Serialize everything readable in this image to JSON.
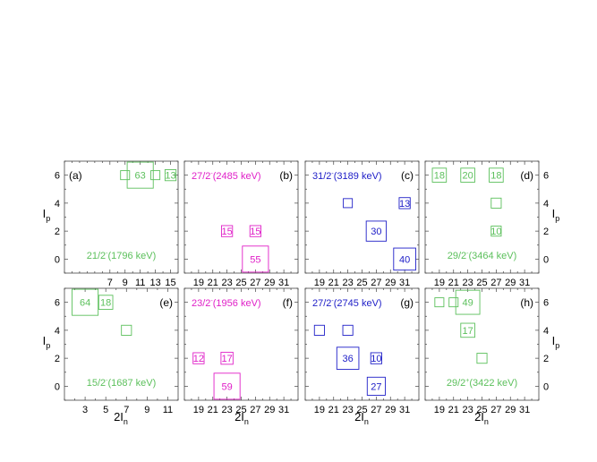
{
  "figure": {
    "shared_ylabel": "I",
    "shared_ylabel_sub": "p",
    "shared_xlabel": "2I",
    "shared_xlabel_sub": "n"
  },
  "chart_data": [
    {
      "type": "scatter",
      "panel": "(a)",
      "state_label": "21/2",
      "state_parity": "-",
      "state_energy": "(1796 keV)",
      "color": "#5cc05c",
      "xlim": [
        1,
        16
      ],
      "ylim": [
        -1,
        7
      ],
      "xticks": [
        7,
        9,
        11,
        13,
        15
      ],
      "yticks": [
        0,
        2,
        4,
        6
      ],
      "points": [
        {
          "x": 9,
          "y": 6,
          "value": "",
          "size": 0.9
        },
        {
          "x": 11,
          "y": 6,
          "value": "63",
          "size": 2.6
        },
        {
          "x": 13,
          "y": 6,
          "value": "",
          "size": 0.9
        },
        {
          "x": 15,
          "y": 6,
          "value": "13",
          "size": 1.1
        }
      ]
    },
    {
      "type": "scatter",
      "panel": "(b)",
      "state_label": "27/2",
      "state_parity": "-",
      "state_energy": "(2485 keV)",
      "color": "#e020c8",
      "xlim": [
        17,
        33
      ],
      "ylim": [
        -1,
        7
      ],
      "xticks": [
        19,
        21,
        23,
        25,
        27,
        29,
        31
      ],
      "yticks": [
        0,
        2,
        4,
        6
      ],
      "points": [
        {
          "x": 23,
          "y": 2,
          "value": "15",
          "size": 1.1
        },
        {
          "x": 27,
          "y": 2,
          "value": "15",
          "size": 1.1
        },
        {
          "x": 27,
          "y": 0,
          "value": "55",
          "size": 2.6
        }
      ]
    },
    {
      "type": "scatter",
      "panel": "(c)",
      "state_label": "31/2",
      "state_parity": "-",
      "state_energy": "(3189 keV)",
      "color": "#2020c8",
      "xlim": [
        17,
        33
      ],
      "ylim": [
        -1,
        7
      ],
      "xticks": [
        19,
        21,
        23,
        25,
        27,
        29,
        31
      ],
      "yticks": [
        0,
        2,
        4,
        6
      ],
      "points": [
        {
          "x": 23,
          "y": 4,
          "value": "",
          "size": 0.9
        },
        {
          "x": 31,
          "y": 4,
          "value": "13",
          "size": 1.1
        },
        {
          "x": 27,
          "y": 2,
          "value": "30",
          "size": 2.0
        },
        {
          "x": 31,
          "y": 0,
          "value": "40",
          "size": 2.2
        }
      ]
    },
    {
      "type": "scatter",
      "panel": "(d)",
      "state_label": "29/2",
      "state_parity": "-",
      "state_energy": "(3464 keV)",
      "color": "#5cc05c",
      "xlim": [
        17,
        33
      ],
      "ylim": [
        -1,
        7
      ],
      "xticks": [
        19,
        21,
        23,
        25,
        27,
        29,
        31
      ],
      "yticks": [
        0,
        2,
        4,
        6
      ],
      "points": [
        {
          "x": 19,
          "y": 6,
          "value": "18",
          "size": 1.4
        },
        {
          "x": 23,
          "y": 6,
          "value": "20",
          "size": 1.4
        },
        {
          "x": 27,
          "y": 6,
          "value": "18",
          "size": 1.4
        },
        {
          "x": 27,
          "y": 4,
          "value": "",
          "size": 1.0
        },
        {
          "x": 27,
          "y": 2,
          "value": "10",
          "size": 1.0
        }
      ]
    },
    {
      "type": "scatter",
      "panel": "(e)",
      "state_label": "15/2",
      "state_parity": "-",
      "state_energy": "(1687 keV)",
      "color": "#5cc05c",
      "xlim": [
        1,
        12
      ],
      "ylim": [
        -1,
        7
      ],
      "xticks": [
        3,
        5,
        7,
        9,
        11
      ],
      "yticks": [
        0,
        2,
        4,
        6
      ],
      "points": [
        {
          "x": 3,
          "y": 6,
          "value": "64",
          "size": 2.6
        },
        {
          "x": 5,
          "y": 6,
          "value": "18",
          "size": 1.4
        },
        {
          "x": 7,
          "y": 4,
          "value": "",
          "size": 1.0
        }
      ]
    },
    {
      "type": "scatter",
      "panel": "(f)",
      "state_label": "23/2",
      "state_parity": "-",
      "state_energy": "(1956 keV)",
      "color": "#e020c8",
      "xlim": [
        17,
        33
      ],
      "ylim": [
        -1,
        7
      ],
      "xticks": [
        19,
        21,
        23,
        25,
        27,
        29,
        31
      ],
      "yticks": [
        0,
        2,
        4,
        6
      ],
      "points": [
        {
          "x": 19,
          "y": 2,
          "value": "12",
          "size": 1.1
        },
        {
          "x": 23,
          "y": 2,
          "value": "17",
          "size": 1.2
        },
        {
          "x": 23,
          "y": 0,
          "value": "59",
          "size": 2.6
        }
      ]
    },
    {
      "type": "scatter",
      "panel": "(g)",
      "state_label": "27/2",
      "state_parity": "-",
      "state_energy": "(2745 keV)",
      "color": "#2020c8",
      "xlim": [
        17,
        33
      ],
      "ylim": [
        -1,
        7
      ],
      "xticks": [
        19,
        21,
        23,
        25,
        27,
        29,
        31
      ],
      "yticks": [
        0,
        2,
        4,
        6
      ],
      "points": [
        {
          "x": 19,
          "y": 4,
          "value": "",
          "size": 1.0
        },
        {
          "x": 23,
          "y": 4,
          "value": "",
          "size": 1.0
        },
        {
          "x": 23,
          "y": 2,
          "value": "36",
          "size": 2.2
        },
        {
          "x": 27,
          "y": 2,
          "value": "10",
          "size": 1.1
        },
        {
          "x": 27,
          "y": 0,
          "value": "27",
          "size": 1.8
        }
      ]
    },
    {
      "type": "scatter",
      "panel": "(h)",
      "state_label": "29/2",
      "state_parity": "+",
      "state_energy": "(3422 keV)",
      "color": "#5cc05c",
      "xlim": [
        17,
        33
      ],
      "ylim": [
        -1,
        7
      ],
      "xticks": [
        19,
        21,
        23,
        25,
        27,
        29,
        31
      ],
      "yticks": [
        0,
        2,
        4,
        6
      ],
      "points": [
        {
          "x": 19,
          "y": 6,
          "value": "",
          "size": 0.9
        },
        {
          "x": 21,
          "y": 6,
          "value": "",
          "size": 0.9
        },
        {
          "x": 23,
          "y": 6,
          "value": "49",
          "size": 2.4
        },
        {
          "x": 23,
          "y": 4,
          "value": "17",
          "size": 1.4
        },
        {
          "x": 25,
          "y": 2,
          "value": "",
          "size": 1.0
        }
      ]
    }
  ]
}
